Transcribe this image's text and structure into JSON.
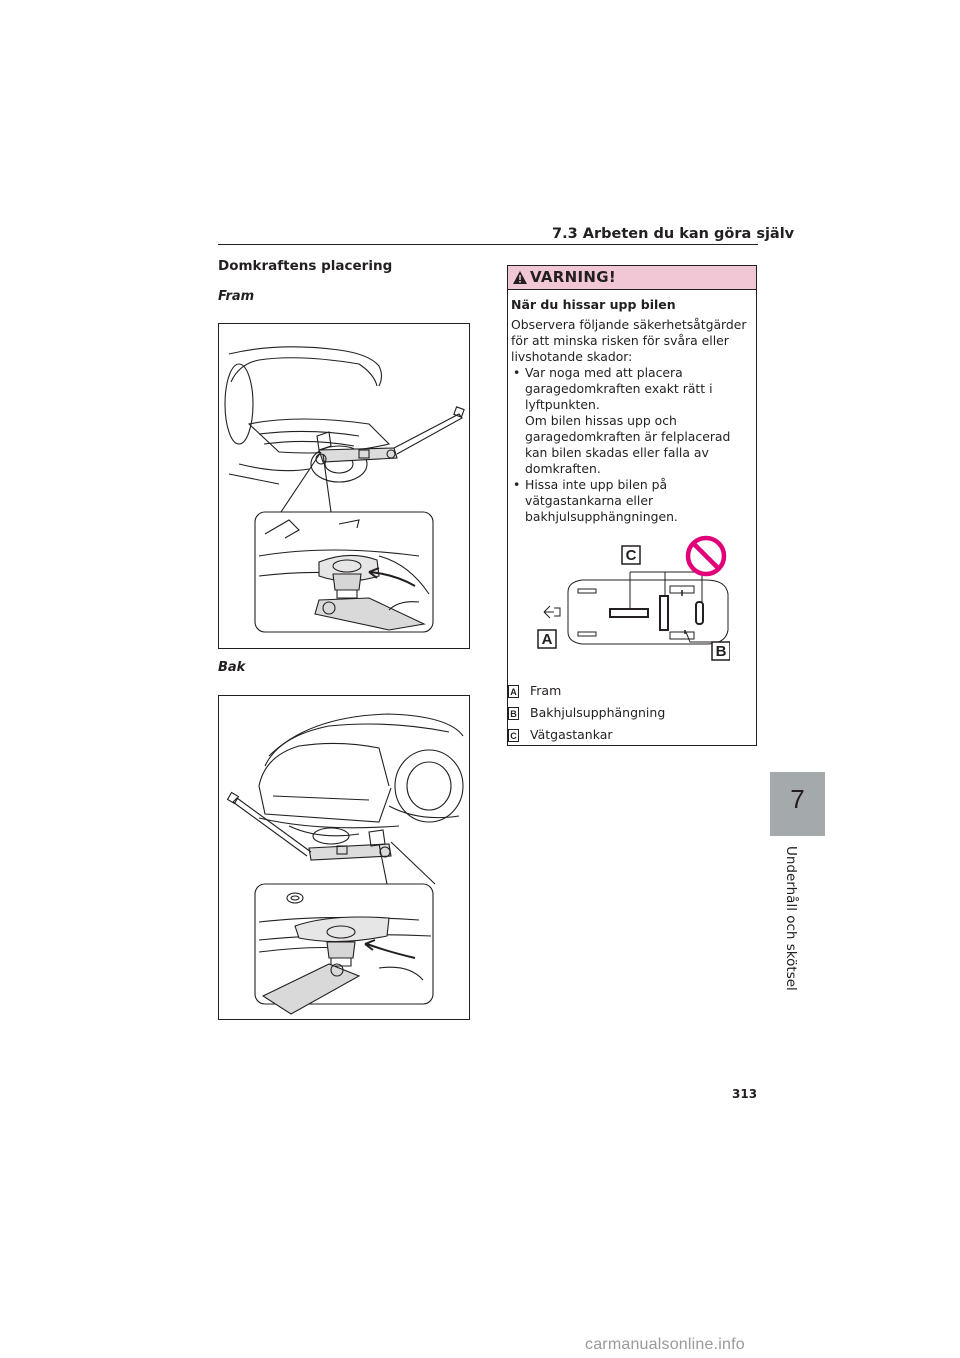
{
  "header": {
    "section_title": "7.3  Arbeten du kan göra själv"
  },
  "section_heading": "Domkraftens placering",
  "figures": {
    "front_label": "Fram",
    "rear_label": "Bak"
  },
  "warning": {
    "title": "VARNING!",
    "subtitle": "När du hissar upp bilen",
    "intro": "Observera följande säkerhetsåtgärder för att minska risken för svåra eller livshotande skador:",
    "bullets": [
      "Var noga med att placera garagedomkraften exakt rätt i lyftpunkten.",
      "Hissa inte upp bilen på vätgastankarna eller bakhjulsupphängningen."
    ],
    "bullet1_extra": "Om bilen hissas upp och garagedomkraften är felplacerad kan bilen skadas eller falla av domkraften.",
    "diagram_labels": {
      "a": "A",
      "b": "B",
      "c": "C"
    },
    "legend": [
      {
        "key": "A",
        "text": "Fram"
      },
      {
        "key": "B",
        "text": "Bakhjulsupphängning"
      },
      {
        "key": "C",
        "text": "Vätgastankar"
      }
    ],
    "colors": {
      "header_bg": "#f1c7d5",
      "prohibition": "#e2007a"
    }
  },
  "side_tab": {
    "chapter_number": "7",
    "chapter_title": "Underhåll och skötsel",
    "color": "#a4aaac"
  },
  "page_number": "313",
  "watermark": "carmanualsonline.info"
}
